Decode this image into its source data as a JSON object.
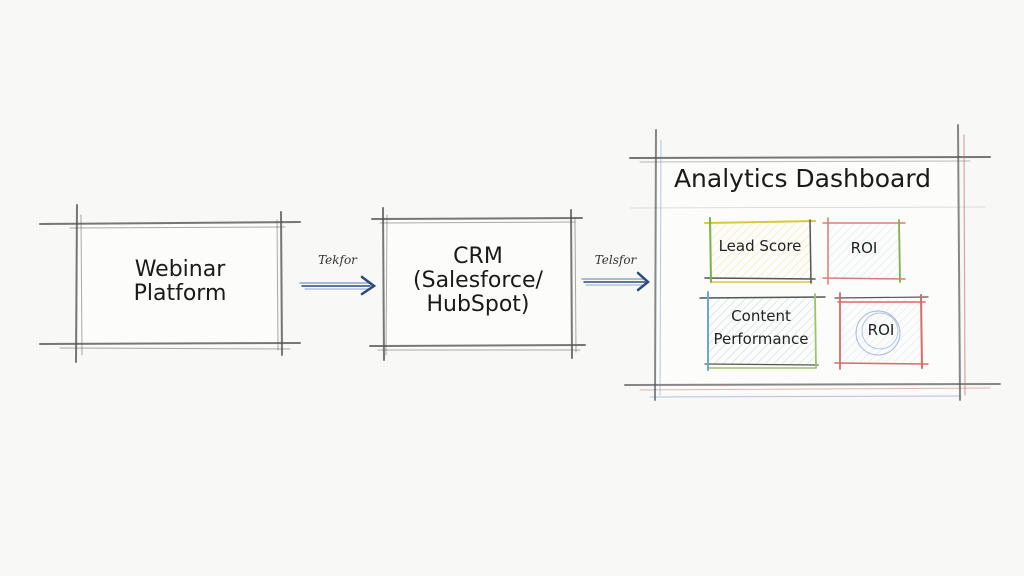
{
  "diagram": {
    "nodes": [
      {
        "id": "webinar",
        "lines": [
          "Webinar",
          "Platform"
        ]
      },
      {
        "id": "crm",
        "lines": [
          "CRM",
          "(Salesforce/",
          "HubSpot)"
        ]
      },
      {
        "id": "dashboard",
        "title": "Analytics Dashboard"
      }
    ],
    "edges": [
      {
        "from": "webinar",
        "to": "crm",
        "label": "Tekfor"
      },
      {
        "from": "crm",
        "to": "dashboard",
        "label": "Telsfor"
      }
    ],
    "dashboard_widgets": [
      {
        "label_lines": [
          "Lead Score"
        ],
        "color": "#d9c93a",
        "accent": "#7fb04a"
      },
      {
        "label_lines": [
          "ROI"
        ],
        "color": "#d97a7a",
        "accent": "#7fb04a"
      },
      {
        "label_lines": [
          "Content",
          "Performance"
        ],
        "color": "#6fa8c8",
        "accent": "#9bc46a"
      },
      {
        "label_lines": [
          "ROI"
        ],
        "color": "#d86a6a",
        "accent": "#6f8fc8"
      }
    ],
    "colors": {
      "stroke": "#555555",
      "arrow": "#2c4a7a",
      "arrow_light": "#8fa8c8"
    }
  }
}
